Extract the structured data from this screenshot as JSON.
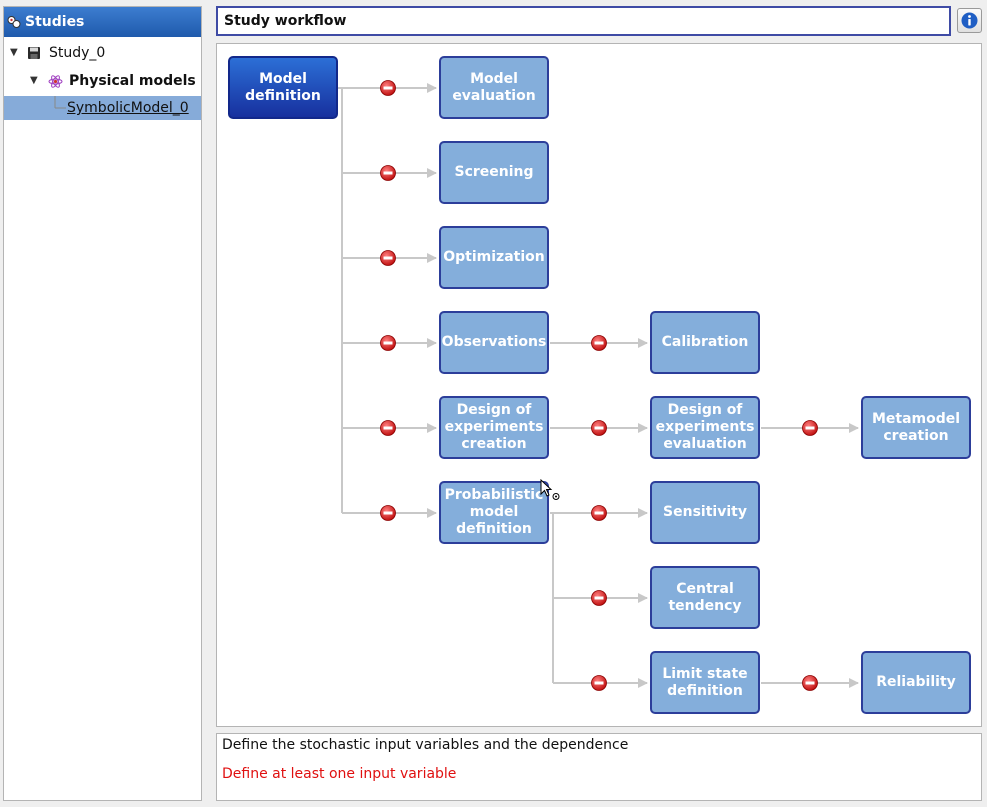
{
  "sidebar": {
    "header": "Studies",
    "tree": {
      "study": "Study_0",
      "group": "Physical models",
      "model": "SymbolicModel_0"
    }
  },
  "workflow": {
    "title": "Study workflow",
    "nodes": {
      "model_definition": "Model definition",
      "model_evaluation": "Model evaluation",
      "screening": "Screening",
      "optimization": "Optimization",
      "observations": "Observations",
      "calibration": "Calibration",
      "doe_creation": "Design of experiments creation",
      "doe_evaluation": "Design of experiments evaluation",
      "metamodel_creation": "Metamodel creation",
      "probabilistic_model": "Probabilistic model definition",
      "sensitivity": "Sensitivity",
      "central_tendency": "Central tendency",
      "limit_state": "Limit state definition",
      "reliability": "Reliability"
    }
  },
  "message": {
    "description": "Define the stochastic input variables and the dependence",
    "error": "Define at least one input variable"
  },
  "colors": {
    "node_fill": "#84aedb",
    "node_border": "#2c3e9a",
    "active_node": "#1f4fc0",
    "error_text": "#e01010",
    "selection": "#86abd9"
  },
  "icons": [
    "studies-icon",
    "save-icon",
    "atom-icon",
    "info-icon",
    "status-icon"
  ]
}
